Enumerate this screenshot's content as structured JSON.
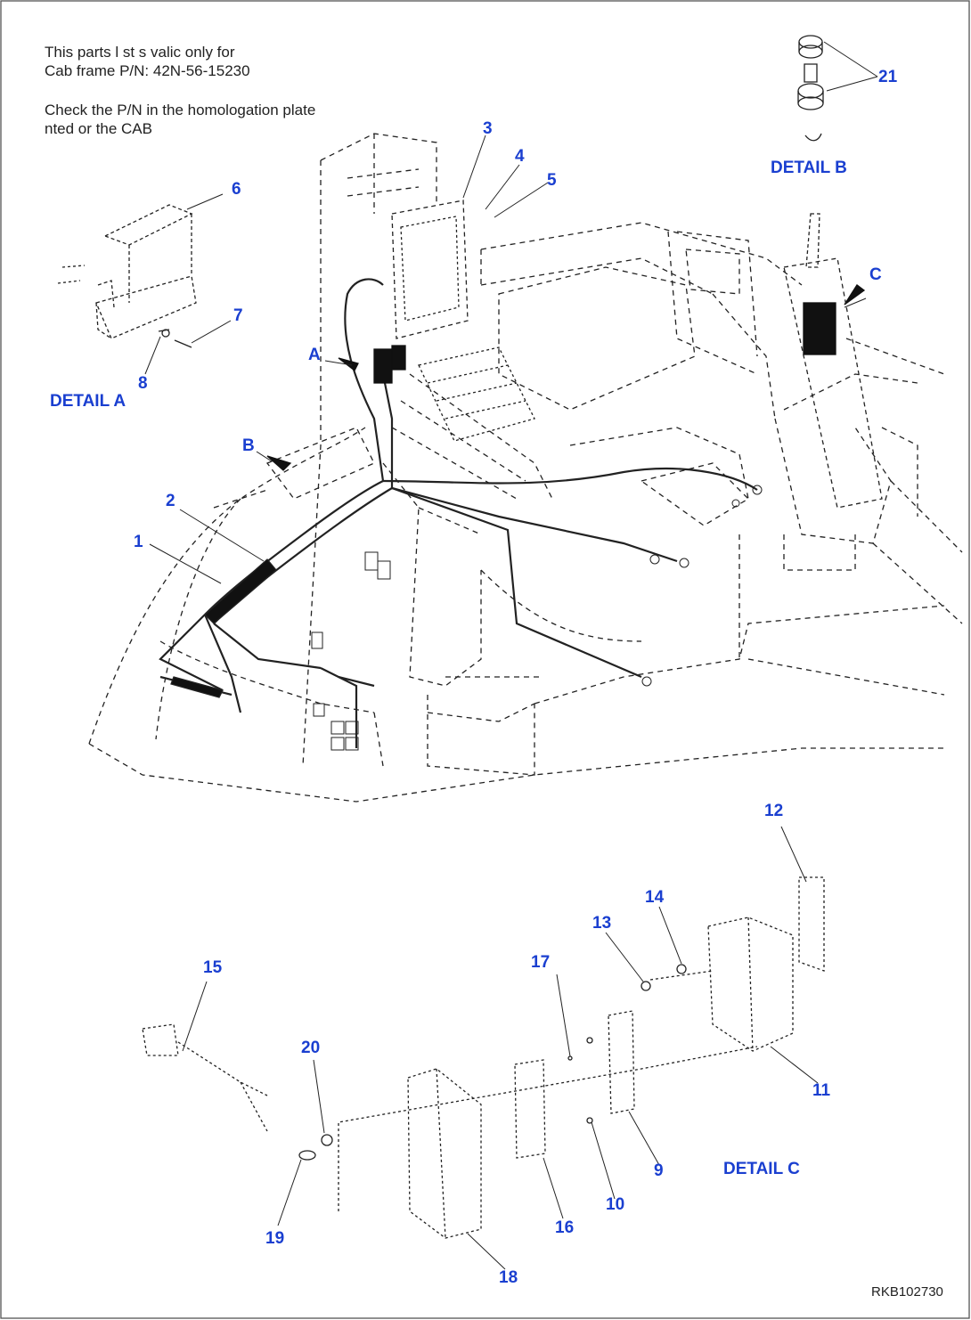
{
  "note": {
    "line1": "This parts l st s valic only for",
    "line2": "Cab frame P/N: 42N-56-15230",
    "line3": "Check the P/N in the homologation plate",
    "line4": "nted or the CAB"
  },
  "callouts": {
    "c1": "1",
    "c2": "2",
    "c3": "3",
    "c4": "4",
    "c5": "5",
    "c6": "6",
    "c7": "7",
    "c8": "8",
    "c9": "9",
    "c10": "10",
    "c11": "11",
    "c12": "12",
    "c13": "13",
    "c14": "14",
    "c15": "15",
    "c16": "16",
    "c17": "17",
    "c18": "18",
    "c19": "19",
    "c20": "20",
    "c21": "21"
  },
  "view_letters": {
    "a": "A",
    "b": "B",
    "c": "C"
  },
  "detail_labels": {
    "a": "DETAIL A",
    "b": "DETAIL B",
    "c": "DETAIL C"
  },
  "drawing_code": "RKB102730",
  "colors": {
    "callout": "#1a3fd0",
    "line": "#222222",
    "frame": "#555555"
  }
}
